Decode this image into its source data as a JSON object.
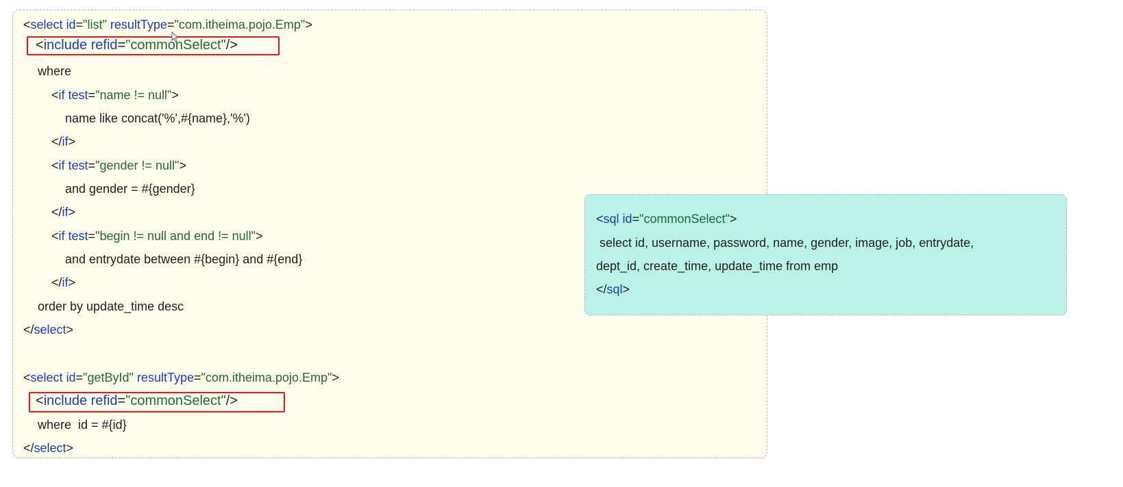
{
  "main_code": {
    "select_list_open": {
      "lt": "<",
      "tag": "select",
      "attr1": "id",
      "eq1": "=",
      "val1": "\"list\"",
      "attr2": "resultType",
      "eq2": "=",
      "val2": "\"com.itheima.pojo.Emp\"",
      "gt": ">"
    },
    "include1": {
      "lt": "<",
      "tag": "include",
      "attr": "refid",
      "eq": "=",
      "val": "\"commonSelect\"",
      "end": "/>"
    },
    "where": "where",
    "if_name_open": {
      "lt": "<",
      "tag": "if",
      "attr": "test",
      "eq": "=",
      "val": "\"name != null\"",
      "gt": ">"
    },
    "name_like": "name like concat('%',#{name},'%')",
    "if_name_close": {
      "lt": "</",
      "tag": "if",
      "gt": ">"
    },
    "if_gender_open": {
      "lt": "<",
      "tag": "if",
      "attr": "test",
      "eq": "=",
      "val": "\"gender != null\"",
      "gt": ">"
    },
    "and_gender": "and gender = #{gender}",
    "if_gender_close": {
      "lt": "</",
      "tag": "if",
      "gt": ">"
    },
    "if_begin_open": {
      "lt": "<",
      "tag": "if",
      "attr": "test",
      "eq": "=",
      "val": "\"begin != null and end != null\"",
      "gt": ">"
    },
    "and_entrydate": "and entrydate between #{begin} and #{end}",
    "if_begin_close": {
      "lt": "</",
      "tag": "if",
      "gt": ">"
    },
    "order_by": "order by update_time desc",
    "select_list_close": {
      "lt": "</",
      "tag": "select",
      "gt": ">"
    },
    "select_getbyid_open": {
      "lt": "<",
      "tag": "select",
      "attr1": "id",
      "eq1": "=",
      "val1": "\"getById\"",
      "attr2": "resultType",
      "eq2": "=",
      "val2": "\"com.itheima.pojo.Emp\"",
      "gt": ">"
    },
    "include2": {
      "lt": "<",
      "tag": "include",
      "attr": "refid",
      "eq": "=",
      "val": "\"commonSelect\"",
      "end": "/>"
    },
    "where_id": "where  id = #{id}",
    "select_getbyid_close": {
      "lt": "</",
      "tag": "select",
      "gt": ">"
    }
  },
  "sql_fragment": {
    "open": {
      "lt": "<",
      "tag": "sql",
      "attr": "id",
      "eq": "=",
      "val": "\"commonSelect\"",
      "gt": ">"
    },
    "line1": " select id, username, password, name, gender, image, job, entrydate,",
    "line2": "dept_id, create_time, update_time from emp",
    "close": {
      "lt": "</",
      "tag": "sql",
      "gt": ">"
    }
  },
  "colors": {
    "code_panel_bg": "#fefdec",
    "sql_panel_bg": "#baf2e8",
    "keyword": "#1a3fb0",
    "string": "#1f6b33",
    "highlight": "#e8161c"
  },
  "icons": {
    "cursor": "mouse-pointer-icon"
  }
}
